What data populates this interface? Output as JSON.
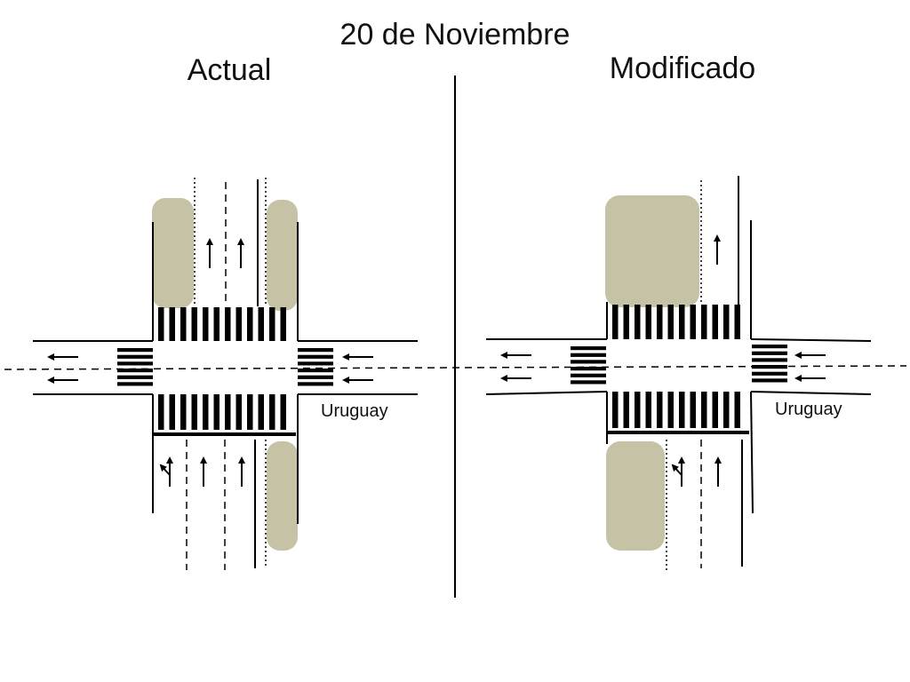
{
  "slide": {
    "title": "20 de Noviembre",
    "panels": [
      {
        "id": "actual",
        "heading": "Actual",
        "street_label": "Uruguay"
      },
      {
        "id": "modificado",
        "heading": "Modificado",
        "street_label": "Uruguay"
      }
    ]
  },
  "colors": {
    "sidewalk_extension": "#c6c2a5",
    "line": "#000000",
    "background": "#ffffff"
  },
  "icons": {
    "lane_arrow": "arrow-up-icon",
    "lane_arrow_left": "arrow-left-icon",
    "turn_arrow": "turn-left-arrow-icon"
  }
}
